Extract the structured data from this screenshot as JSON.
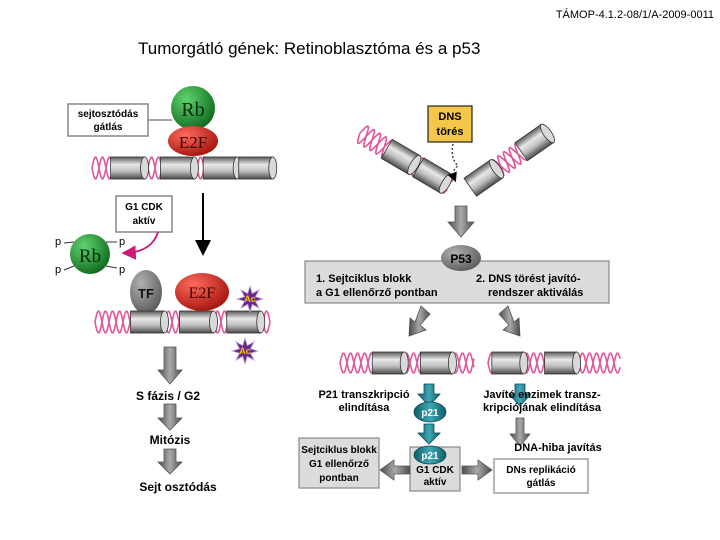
{
  "header": {
    "project_code": "TÁMOP-4.1.2-08/1/A-2009-0011",
    "title": "Tumorgátló gének: Retinoblasztóma és a p53"
  },
  "left_pathway": {
    "box_division_block": [
      "sejtosztódás",
      "gátlás"
    ],
    "rb_label": "Rb",
    "e2f_label": "E2F",
    "box_g1cdk": [
      "G1 CDK",
      "aktív"
    ],
    "p_label": "p",
    "tf_label": "TF",
    "ac_label": "Ac",
    "steps": [
      "S fázis / G2",
      "Mitózis",
      "Sejt osztódás"
    ]
  },
  "right_pathway": {
    "box_dna_break": [
      "DNS",
      "törés"
    ],
    "p53_label": "P53",
    "box_p53_effects": {
      "item1": [
        "1. Sejtciklus blokk",
        "a G1 ellenőrző pontban"
      ],
      "item2": [
        "2. DNS törést javító-",
        "rendszer aktiválás"
      ]
    },
    "p21_transcription": [
      "P21 transzkripció",
      "elindítása"
    ],
    "repair_transcription": [
      "Javító enzimek transz-",
      "kripciójának elindítása"
    ],
    "p21_label": "p21",
    "g1cdk_inactive": [
      "G1 CDK",
      "aktív"
    ],
    "cell_cycle_block": [
      "Sejtciklus blokk",
      "G1 ellenőrző",
      "pontban"
    ],
    "dna_repair": "DNA-hiba javítás",
    "replication_block": [
      "DNs replikáció",
      "gátlás"
    ]
  },
  "colors": {
    "rb_green": "#1f8a2e",
    "e2f_red": "#d8231b",
    "dna_pink": "#e0579a",
    "arrow_gray": "#6f6f6f",
    "p21_teal": "#1f7f8c",
    "ac_purple": "#6a2a8a",
    "dna_box_yellow": "#f4c64a",
    "box_gray": "#dcdcdc"
  }
}
